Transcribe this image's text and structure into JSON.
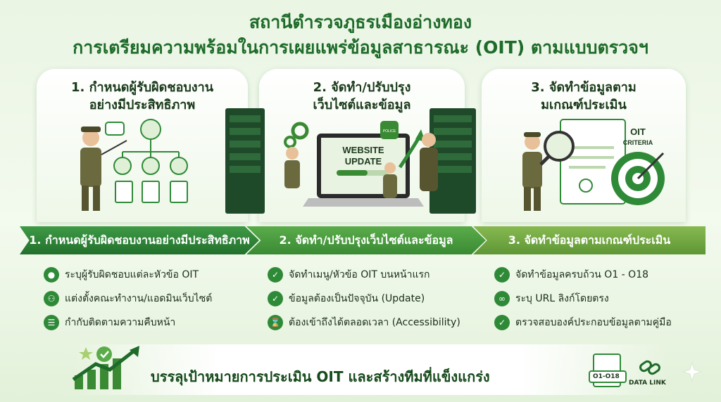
{
  "header": {
    "title_line1": "สถานีตำรวจภูธรเมืองอ่างทอง",
    "title_line2": "การเตรียมความพร้อมในการเผยแพร่ข้อมูลสาธารณะ (OIT) ตามแบบตรวจฯ"
  },
  "panels": [
    {
      "title_line1": "1. กำหนดผู้รับผิดชอบงาน",
      "title_line2": "อย่างมีประสิทธิภาพ"
    },
    {
      "title_line1": "2. จัดทำ/ปรับปรุง",
      "title_line2": "เว็บไซต์และข้อมูล",
      "screen_line1": "WEBSITE",
      "screen_line2": "UPDATE",
      "badge": "POLICE"
    },
    {
      "title_line1": "3. จัดทำข้อมูลตาม",
      "title_line2": "มเกณฑ์ประเมิน",
      "doc_line1": "OIT",
      "doc_line2": "CRITERIA"
    }
  ],
  "banners": [
    "1. กำหนดผู้รับผิดชอบงานอย่างมีประสิทธิภาพ",
    "2. จัดทำ/ปรับปรุงเว็บไซต์และข้อมูล",
    "3. จัดทำข้อมูลตามเกณฑ์ประเมิน"
  ],
  "lists": [
    [
      {
        "icon": "person-icon",
        "text": "ระบุผู้รับผิดชอบแต่ละหัวข้อ OIT"
      },
      {
        "icon": "team-icon",
        "text": "แต่งตั้งคณะทำงาน/แอดมินเว็บไซต์"
      },
      {
        "icon": "list-icon",
        "text": "กำกับติดตามความคืบหน้า"
      }
    ],
    [
      {
        "icon": "check-icon",
        "text": "จัดทำเมนู/หัวข้อ OIT บนหน้าแรก"
      },
      {
        "icon": "check-badge-icon",
        "text": "ข้อมูลต้องเป็นปัจจุบัน (Update)"
      },
      {
        "icon": "hourglass-icon",
        "text": "ต้องเข้าถึงได้ตลอดเวลา (Accessibility)"
      }
    ],
    [
      {
        "icon": "check-icon",
        "text": "จัดทำข้อมูลครบถ้วน O1 - O18"
      },
      {
        "icon": "link-icon",
        "text": "ระบุ URL ลิงก์โดยตรง"
      },
      {
        "icon": "check-icon",
        "text": "ตรวจสอบองค์ประกอบข้อมูลตามคู่มือ"
      }
    ]
  ],
  "footer": {
    "goal": "บรรลุเป้าหมายการประเมิน OIT และสร้างทีมที่แข็งแกร่ง",
    "doc_label": "O1-O18",
    "link_label": "DATA LINK"
  },
  "colors": {
    "primary": "#22702c",
    "accent": "#5aac4a",
    "light": "#87b950",
    "text": "#1e6b2a"
  }
}
